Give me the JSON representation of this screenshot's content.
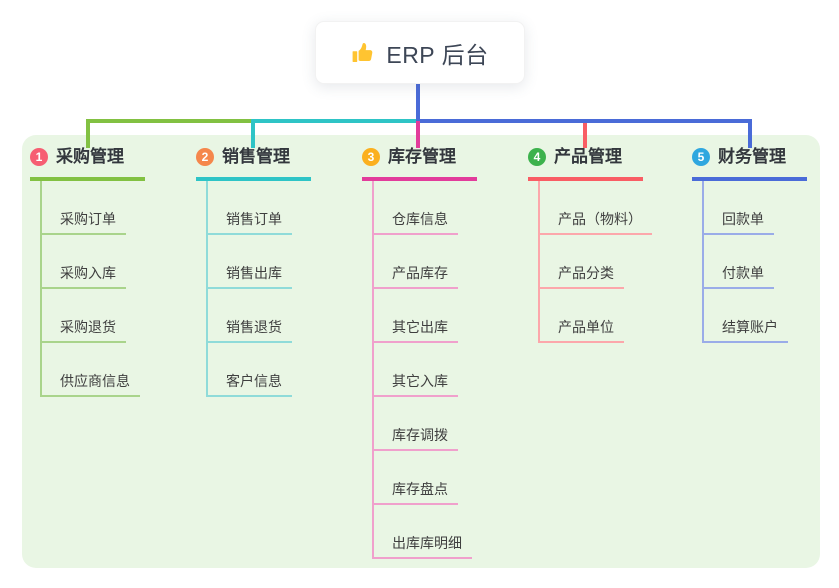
{
  "root": {
    "label": "ERP 后台",
    "icon": "thumbs-up-icon",
    "icon_color": "#FFC431",
    "line_color": "#4A6BD8"
  },
  "branches": [
    {
      "badge": "1",
      "label": "采购管理",
      "badge_color": "#F65E72",
      "color": "#82C142",
      "child_line_color": "#A9D48B",
      "children": [
        "采购订单",
        "采购入库",
        "采购退货",
        "供应商信息"
      ]
    },
    {
      "badge": "2",
      "label": "销售管理",
      "badge_color": "#F5874C",
      "color": "#2EC4C6",
      "child_line_color": "#8FDBD9",
      "children": [
        "销售订单",
        "销售出库",
        "销售退货",
        "客户信息"
      ]
    },
    {
      "badge": "3",
      "label": "库存管理",
      "badge_color": "#FBB01F",
      "color": "#E23C9B",
      "child_line_color": "#F0A0CC",
      "children": [
        "仓库信息",
        "产品库存",
        "其它出库",
        "其它入库",
        "库存调拨",
        "库存盘点",
        "出库库明细"
      ]
    },
    {
      "badge": "4",
      "label": "产品管理",
      "badge_color": "#3DB24D",
      "color": "#F95D64",
      "child_line_color": "#FCA7AB",
      "children": [
        "产品（物料）",
        "产品分类",
        "产品单位"
      ]
    },
    {
      "badge": "5",
      "label": "财务管理",
      "badge_color": "#2FA7DF",
      "color": "#4A6BD8",
      "child_line_color": "#9AACE8",
      "children": [
        "回款单",
        "付款单",
        "结算账户"
      ]
    }
  ],
  "colors": {
    "panel_bg": "#E9F6E4",
    "root_text": "#3D4656",
    "branch_text": "#33373D",
    "child_text": "#3F3F3F"
  }
}
